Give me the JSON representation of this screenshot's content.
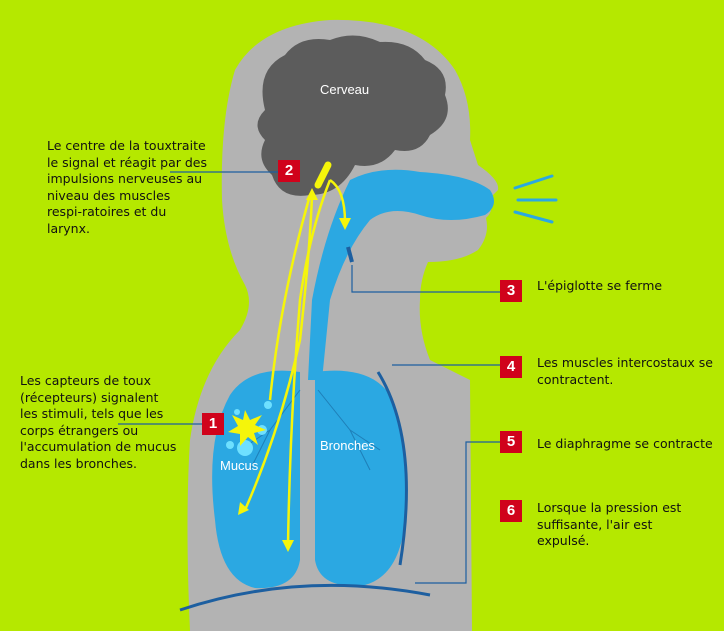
{
  "labels": {
    "brain": "Cerveau",
    "mucus": "Mucus",
    "bronchi": "Bronches"
  },
  "steps": [
    {
      "number": "1",
      "text": "Les capteurs de toux (récepteurs) signalent les stimuli, tels que les corps étrangers ou l'accumulation de mucus dans les bronches."
    },
    {
      "number": "2",
      "text": "Le centre de la touxtraite le signal et réagit par des impulsions nerveuses au niveau des muscles respi-ratoires et du larynx."
    },
    {
      "number": "3",
      "text": "L'épiglotte se ferme"
    },
    {
      "number": "4",
      "text": "Les muscles intercostaux se contractent."
    },
    {
      "number": "5",
      "text": "Le diaphragme se contracte"
    },
    {
      "number": "6",
      "text": "Lorsque la pression est suffisante, l'air est expulsé."
    }
  ],
  "colors": {
    "background": "#b5e800",
    "silhouette": "#b3b3b3",
    "brain": "#5c5c5c",
    "airway": "#2ba8e2",
    "badge": "#d0021b",
    "signal": "#f5f50a",
    "line": "#1d5fa0"
  }
}
